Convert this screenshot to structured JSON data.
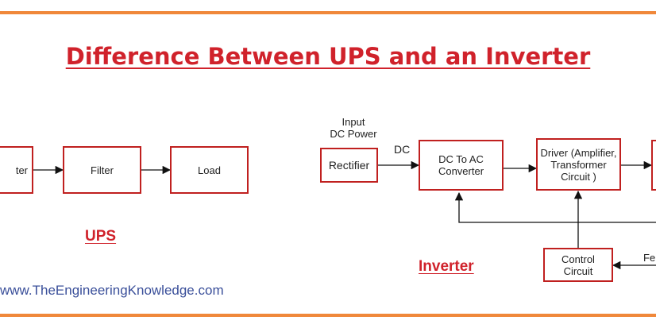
{
  "colors": {
    "rule": "#f0883a",
    "title": "#d0222b",
    "box_border": "#c0201f",
    "label": "#d0222b",
    "url": "#3a4f9a",
    "line": "#111111"
  },
  "title": "Difference Between UPS and an Inverter",
  "ups": {
    "blocks": [
      "ter",
      "Filter",
      "Load"
    ],
    "label": "UPS"
  },
  "inverter": {
    "input_label_line1": "Input",
    "input_label_line2": "DC Power",
    "dc_label": "DC",
    "rectifier": "Rectifier",
    "dc_to_ac_line1": "DC To AC",
    "dc_to_ac_line2": "Converter",
    "driver_line1": "Driver (Amplifier,",
    "driver_line2": "Transformer",
    "driver_line3": "Circuit )",
    "control_line1": "Control",
    "control_line2": "Circuit",
    "feedback_partial": "Fe",
    "label": "Inverter"
  },
  "website": "www.TheEngineeringKnowledge.com"
}
